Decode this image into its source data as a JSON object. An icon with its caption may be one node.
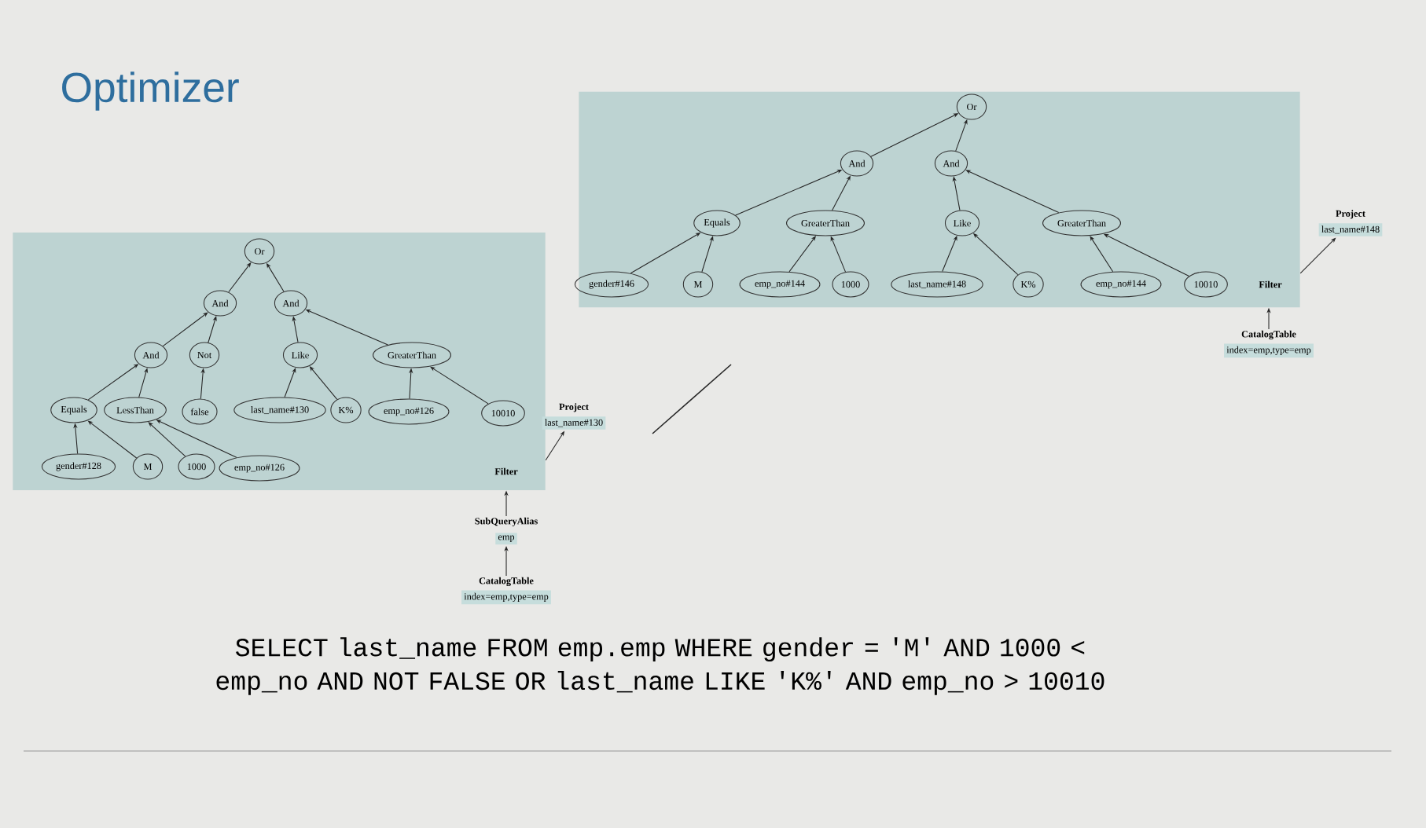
{
  "diagram": {
    "nodes": [
      {
        "text": [
          "Filter"
        ]
      },
      {
        "text": [
          "Or"
        ],
        "in": 0
      },
      {
        "text": [
          "And"
        ],
        "in": 0
      },
      {
        "text": [
          "And"
        ],
        "in": 0
      },
      {
        "text": [
          "And"
        ],
        "in": 0
      },
      {
        "text": [
          "Not"
        ],
        "in": 0
      },
      {
        "text": [
          "Like"
        ],
        "in": 0
      },
      {
        "text": [
          "GreaterThan"
        ],
        "in": 0
      },
      {
        "text": [
          "Equals"
        ],
        "in": 0
      },
      {
        "text": [
          "LessThan"
        ],
        "in": 0
      },
      {
        "text": [
          "false"
        ],
        "in": 0
      },
      {
        "text": [
          "last_name#130"
        ],
        "in": 0
      },
      {
        "text": [
          "K%"
        ],
        "in": 0
      },
      {
        "text": [
          "emp_no#126"
        ],
        "in": 0
      },
      {
        "text": [
          "10010"
        ],
        "in": 0
      },
      {
        "text": [
          "gender#128"
        ],
        "in": 0
      },
      {
        "text": [
          "M"
        ],
        "in": 0
      },
      {
        "text": [
          "1000"
        ],
        "in": 0
      },
      {
        "text": [
          "emp_no#126"
        ],
        "in": 0
      },
      {
        "text": [
          "Project",
          "last_name#130"
        ]
      },
      {
        "text": [
          "SubQueryAlias",
          "emp"
        ]
      },
      {
        "text": [
          "CatalogTable",
          "index=emp,type=emp"
        ]
      },
      {
        "text": [
          "Filter"
        ]
      },
      {
        "text": [
          "Or"
        ],
        "in": 22
      },
      {
        "text": [
          "And"
        ],
        "in": 22
      },
      {
        "text": [
          "And"
        ],
        "in": 22
      },
      {
        "text": [
          "Equals"
        ],
        "in": 22
      },
      {
        "text": [
          "GreaterThan"
        ],
        "in": 22
      },
      {
        "text": [
          "Like"
        ],
        "in": 22
      },
      {
        "text": [
          "GreaterThan"
        ],
        "in": 22
      },
      {
        "text": [
          "gender#146"
        ],
        "in": 22
      },
      {
        "text": [
          "M"
        ],
        "in": 22
      },
      {
        "text": [
          "emp_no#144"
        ],
        "in": 22
      },
      {
        "text": [
          "1000"
        ],
        "in": 22
      },
      {
        "text": [
          "last_name#148"
        ],
        "in": 22
      },
      {
        "text": [
          "K%"
        ],
        "in": 22
      },
      {
        "text": [
          "emp_no#144"
        ],
        "in": 22
      },
      {
        "text": [
          "10010"
        ],
        "in": 22
      },
      {
        "text": [
          "Project",
          "last_name#148"
        ]
      },
      {
        "text": [
          "CatalogTable",
          "index=emp,type=emp"
        ]
      }
    ],
    "edges": [
      {
        "from": 2,
        "to": 1,
        "arrow": "to"
      },
      {
        "from": 3,
        "to": 1,
        "arrow": "to"
      },
      {
        "from": 4,
        "to": 2,
        "arrow": "to"
      },
      {
        "from": 5,
        "to": 2,
        "arrow": "to"
      },
      {
        "from": 6,
        "to": 3,
        "arrow": "to"
      },
      {
        "from": 7,
        "to": 3,
        "arrow": "to"
      },
      {
        "from": 8,
        "to": 4,
        "arrow": "to"
      },
      {
        "from": 9,
        "to": 4,
        "arrow": "to"
      },
      {
        "from": 10,
        "to": 5,
        "arrow": "to"
      },
      {
        "from": 11,
        "to": 6,
        "arrow": "to"
      },
      {
        "from": 12,
        "to": 6,
        "arrow": "to"
      },
      {
        "from": 13,
        "to": 7,
        "arrow": "to"
      },
      {
        "from": 14,
        "to": 7,
        "arrow": "to"
      },
      {
        "from": 15,
        "to": 8,
        "arrow": "to"
      },
      {
        "from": 16,
        "to": 8,
        "arrow": "to"
      },
      {
        "from": 17,
        "to": 9,
        "arrow": "to"
      },
      {
        "from": 18,
        "to": 9,
        "arrow": "to"
      },
      {
        "from": 0,
        "to": 19,
        "arrow": "to"
      },
      {
        "from": 20,
        "to": 0,
        "arrow": "to"
      },
      {
        "from": 21,
        "to": 20,
        "arrow": "to"
      },
      {
        "from": 24,
        "to": 23,
        "arrow": "to"
      },
      {
        "from": 25,
        "to": 23,
        "arrow": "to"
      },
      {
        "from": 26,
        "to": 24,
        "arrow": "to"
      },
      {
        "from": 27,
        "to": 24,
        "arrow": "to"
      },
      {
        "from": 28,
        "to": 25,
        "arrow": "to"
      },
      {
        "from": 29,
        "to": 25,
        "arrow": "to"
      },
      {
        "from": 30,
        "to": 26,
        "arrow": "to"
      },
      {
        "from": 31,
        "to": 26,
        "arrow": "to"
      },
      {
        "from": 32,
        "to": 27,
        "arrow": "to"
      },
      {
        "from": 33,
        "to": 27,
        "arrow": "to"
      },
      {
        "from": 34,
        "to": 28,
        "arrow": "to"
      },
      {
        "from": 35,
        "to": 28,
        "arrow": "to"
      },
      {
        "from": 36,
        "to": 29,
        "arrow": "to"
      },
      {
        "from": 37,
        "to": 29,
        "arrow": "to"
      },
      {
        "from": 22,
        "to": 38,
        "arrow": "to"
      },
      {
        "from": 39,
        "to": 22,
        "arrow": "to"
      }
    ],
    "labels": [
      "Optimizer",
      "SELECT last_name FROM emp.emp WHERE gender = 'M' AND 1000 < emp_no AND NOT FALSE OR last_name LIKE 'K%' AND emp_no > 10010"
    ]
  }
}
